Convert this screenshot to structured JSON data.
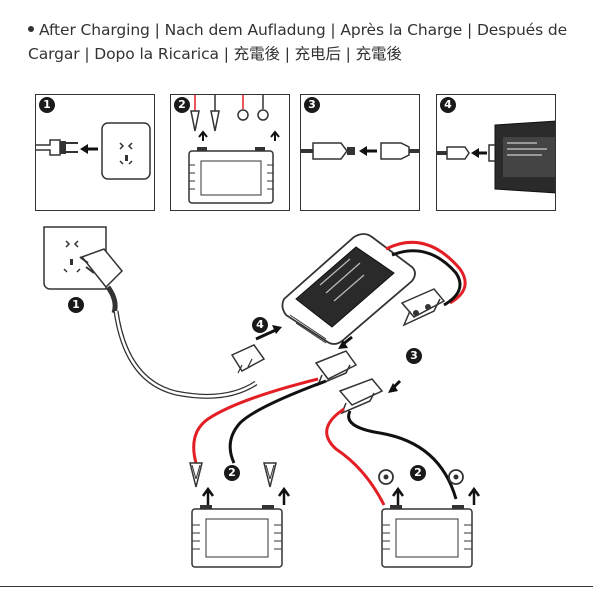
{
  "heading": "After Charging | Nach dem Aufladung | Après la Charge | Después de Cargar | Dopo la Ricarica | 充電後 | 充电后 | 充電後",
  "steps": [
    {
      "number": "1"
    },
    {
      "number": "2"
    },
    {
      "number": "3"
    },
    {
      "number": "4"
    }
  ],
  "main_labels": {
    "step1": "1",
    "step2a": "2",
    "step2b": "2",
    "step3": "3",
    "step4": "4"
  },
  "colors": {
    "red_wire": "#e31e24",
    "black_wire": "#1a1a1a",
    "line": "#333333"
  }
}
